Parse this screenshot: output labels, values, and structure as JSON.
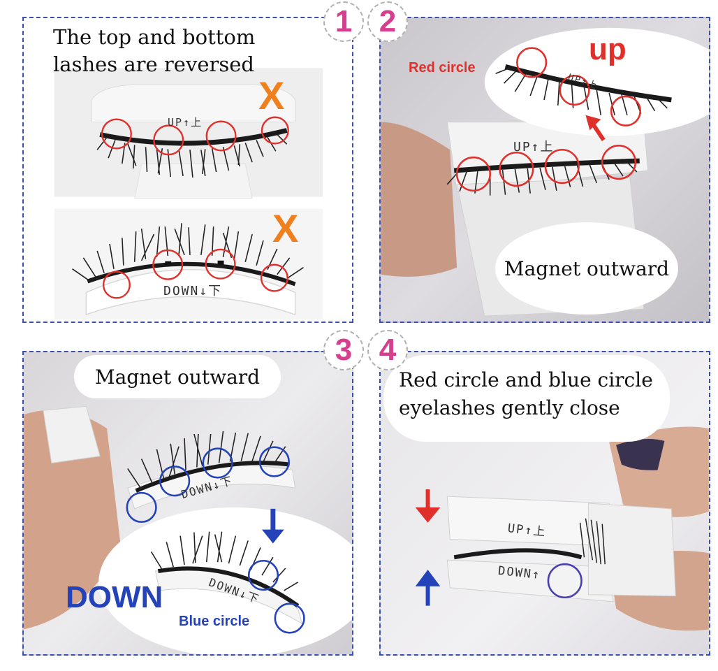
{
  "steps": {
    "one": "1",
    "two": "2",
    "three": "3",
    "four": "4"
  },
  "panel1": {
    "caption": "The top and bottom\nlashes are reversed",
    "wrong_mark_top": "X",
    "wrong_mark_bottom": "X",
    "strip_top_text": "UP↑上",
    "strip_bottom_text": "DOWN↓下"
  },
  "panel2": {
    "red_circle_label": "Red circle",
    "up_label": "up",
    "strip_top_text": "UP↑上",
    "strip_text": "UP↑上",
    "bubble": "Magnet outward"
  },
  "panel3": {
    "bubble": "Magnet outward",
    "down_label": "DOWN",
    "blue_circle_label": "Blue circle",
    "strip_top_text": "DOWN↓下",
    "strip_bottom_text": "DOWN↓下"
  },
  "panel4": {
    "bubble": "Red circle and blue circle\neyelashes gently close",
    "strip_top_text": "UP↑上",
    "strip_bottom_text": "DOWN↑"
  },
  "colors": {
    "red": "#e0302c",
    "blue": "#2443b8",
    "orange": "#f0801e",
    "badge": "#d63f8e",
    "border": "#3a4fb0"
  }
}
